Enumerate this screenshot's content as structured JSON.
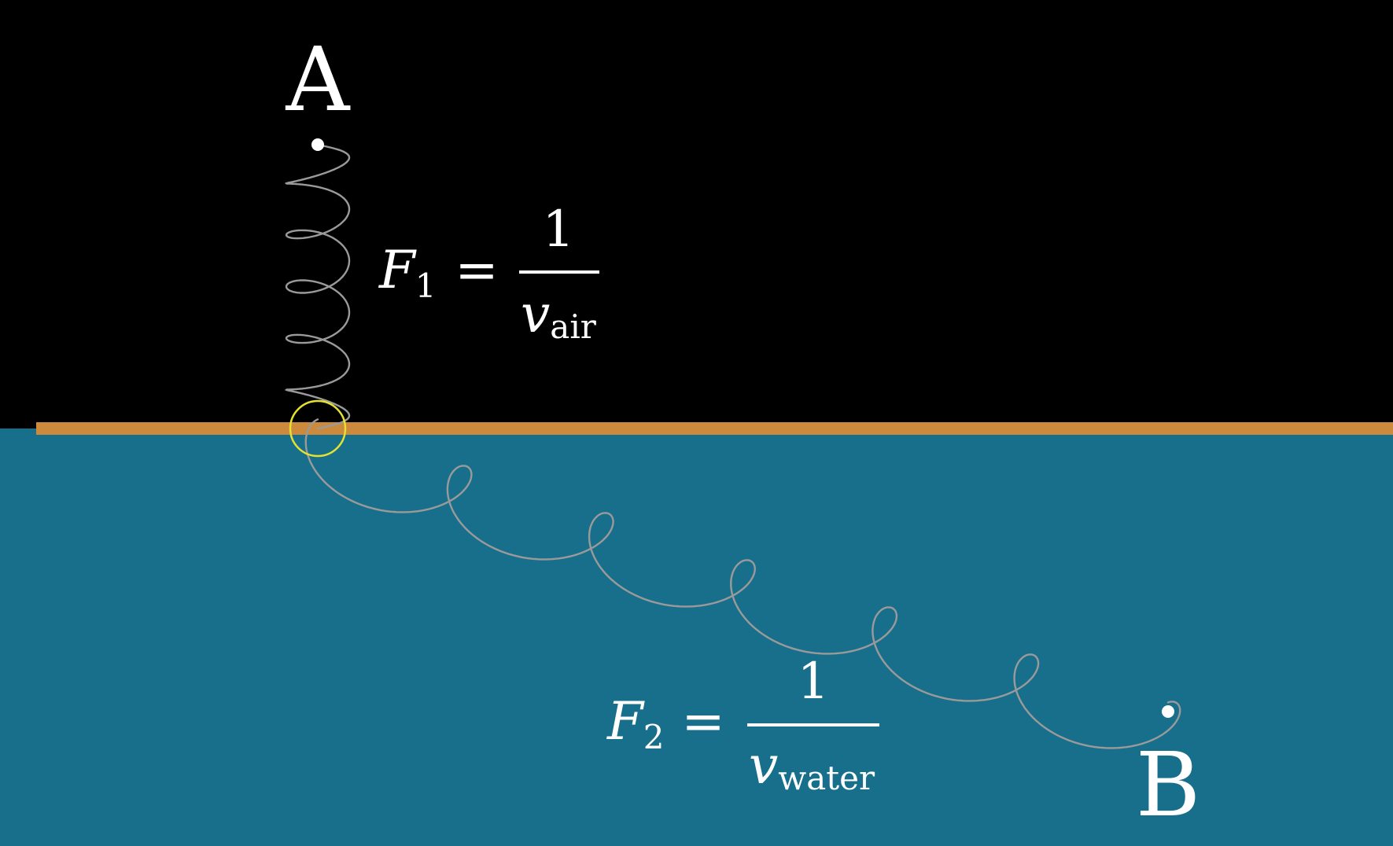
{
  "point_a": {
    "label": "A"
  },
  "point_b": {
    "label": "B"
  },
  "equation_air": {
    "lhs_symbol": "F",
    "lhs_subscript": "1",
    "operator": "=",
    "numerator": "1",
    "denominator_symbol": "v",
    "denominator_subscript": "air"
  },
  "equation_water": {
    "lhs_symbol": "F",
    "lhs_subscript": "2",
    "operator": "=",
    "numerator": "1",
    "denominator_symbol": "v",
    "denominator_subscript": "water"
  },
  "colors": {
    "air": "#000000",
    "water": "#176f8c",
    "interface": "#cd8a3c",
    "highlight_circle": "#e6e030",
    "path": "#9a9a9a",
    "text": "#ffffff"
  }
}
